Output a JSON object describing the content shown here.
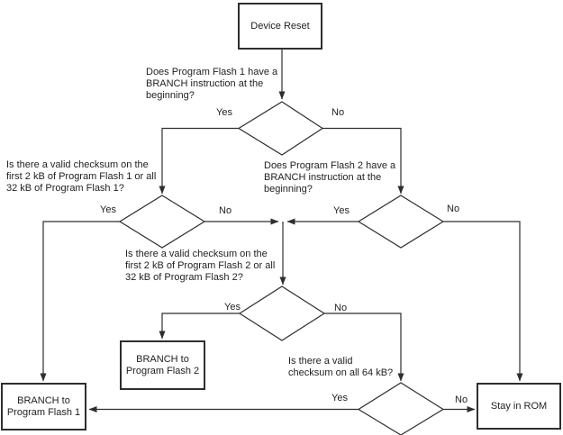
{
  "flowchart": {
    "boxes": {
      "device_reset": "Device Reset",
      "branch_flash2": "BRANCH to\nProgram Flash 2",
      "branch_flash1": "BRANCH to\nProgram Flash 1",
      "stay_in_rom": "Stay in ROM"
    },
    "questions": {
      "flash1_branch": "Does Program Flash 1 have a\nBRANCH instruction at the\nbeginning?",
      "flash1_checksum": "Is there a valid checksum on the\nfirst 2 kB of Program Flash 1 or all\n32 kB of Program Flash 1?",
      "flash2_branch": "Does Program Flash 2 have a\nBRANCH instruction at the\nbeginning?",
      "flash2_checksum": "Is there a valid checksum on the\nfirst 2 kB of Program Flash 2 or all\n32 kB of Program Flash 2?",
      "checksum_64kb": "Is there a valid\nchecksum on all 64 kB?"
    },
    "edge_labels": {
      "yes": "Yes",
      "no": "No"
    },
    "colors": {
      "line": "#2e2e2e",
      "text": "#222222",
      "background": "#ffffff"
    }
  }
}
